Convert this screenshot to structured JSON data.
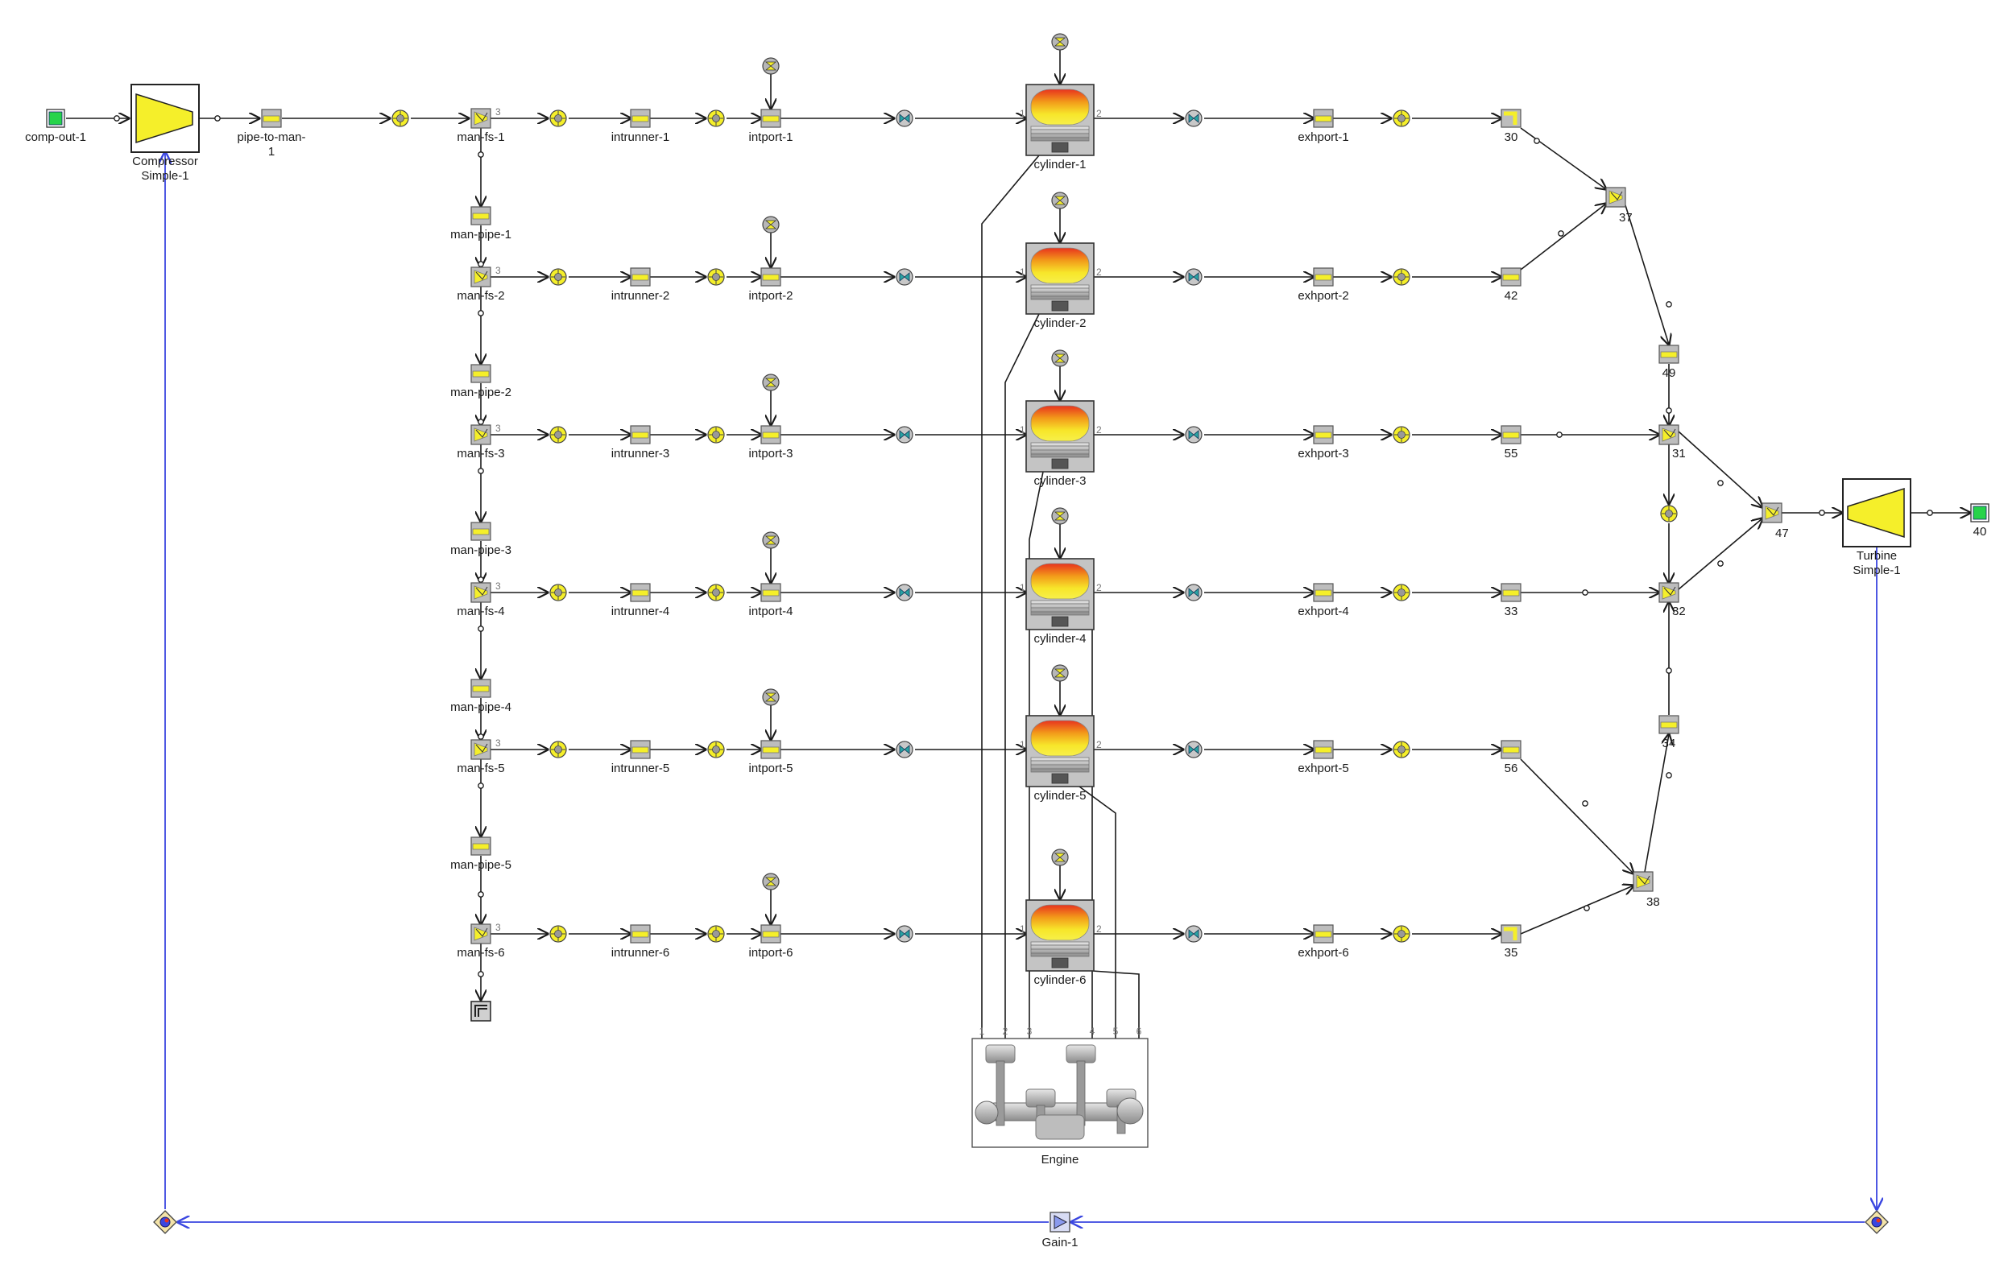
{
  "colors": {
    "wire": "#1a1a1a",
    "signal": "#3a46e0",
    "component_fill": "#f5ef2a",
    "component_grey": "#bdbdbd",
    "end_env": "#27d34a",
    "flame": "#e8331e"
  },
  "boundaries": {
    "comp_out": "comp-out-1",
    "turb_out": "40"
  },
  "compressor": {
    "line1": "Compressor",
    "line2": "Simple-1"
  },
  "turbine": {
    "line1": "Turbine",
    "line2": "Simple-1"
  },
  "pipe_to_man": {
    "line1": "pipe-to-man-",
    "line2": "1"
  },
  "intake": {
    "flowsplits": [
      "man-fs-1",
      "man-fs-2",
      "man-fs-3",
      "man-fs-4",
      "man-fs-5",
      "man-fs-6"
    ],
    "manifold_pipes": [
      "man-pipe-1",
      "man-pipe-2",
      "man-pipe-3",
      "man-pipe-4",
      "man-pipe-5"
    ],
    "runners": [
      "intrunner-1",
      "intrunner-2",
      "intrunner-3",
      "intrunner-4",
      "intrunner-5",
      "intrunner-6"
    ],
    "ports": [
      "intport-1",
      "intport-2",
      "intport-3",
      "intport-4",
      "intport-5",
      "intport-6"
    ]
  },
  "cylinders": [
    "cylinder-1",
    "cylinder-2",
    "cylinder-3",
    "cylinder-4",
    "cylinder-5",
    "cylinder-6"
  ],
  "exhaust": {
    "ports": [
      "exhport-1",
      "exhport-2",
      "exhport-3",
      "exhport-4",
      "exhport-5",
      "exhport-6"
    ],
    "pipes": [
      "30",
      "42",
      "55",
      "33",
      "56",
      "35"
    ],
    "junctions": {
      "j37": "37",
      "j49": "49",
      "j31": "31",
      "j32": "32",
      "j34": "34",
      "j38": "38",
      "j47": "47"
    }
  },
  "engine": {
    "label": "Engine",
    "ports": [
      "1",
      "2",
      "3",
      "4",
      "5",
      "6"
    ]
  },
  "controls": {
    "gain": "Gain-1"
  },
  "port_numbers": {
    "p1": "1",
    "p2": "2",
    "p3": "3"
  },
  "icons": {
    "boundary": "green-end-environment-icon",
    "compressor": "compressor-trapezoid-icon",
    "turbine": "turbine-trapezoid-icon",
    "pipe": "pipe-icon",
    "flowsplit": "flowsplit-icon",
    "orifice": "orifice-icon",
    "injector": "injector-icon",
    "valve": "valve-icon",
    "cylinder": "cylinder-icon",
    "engine": "crankshaft-engine-icon",
    "gain": "gain-triangle-icon",
    "sensor": "sensor-diamond-icon",
    "actuator": "actuator-diamond-icon"
  }
}
